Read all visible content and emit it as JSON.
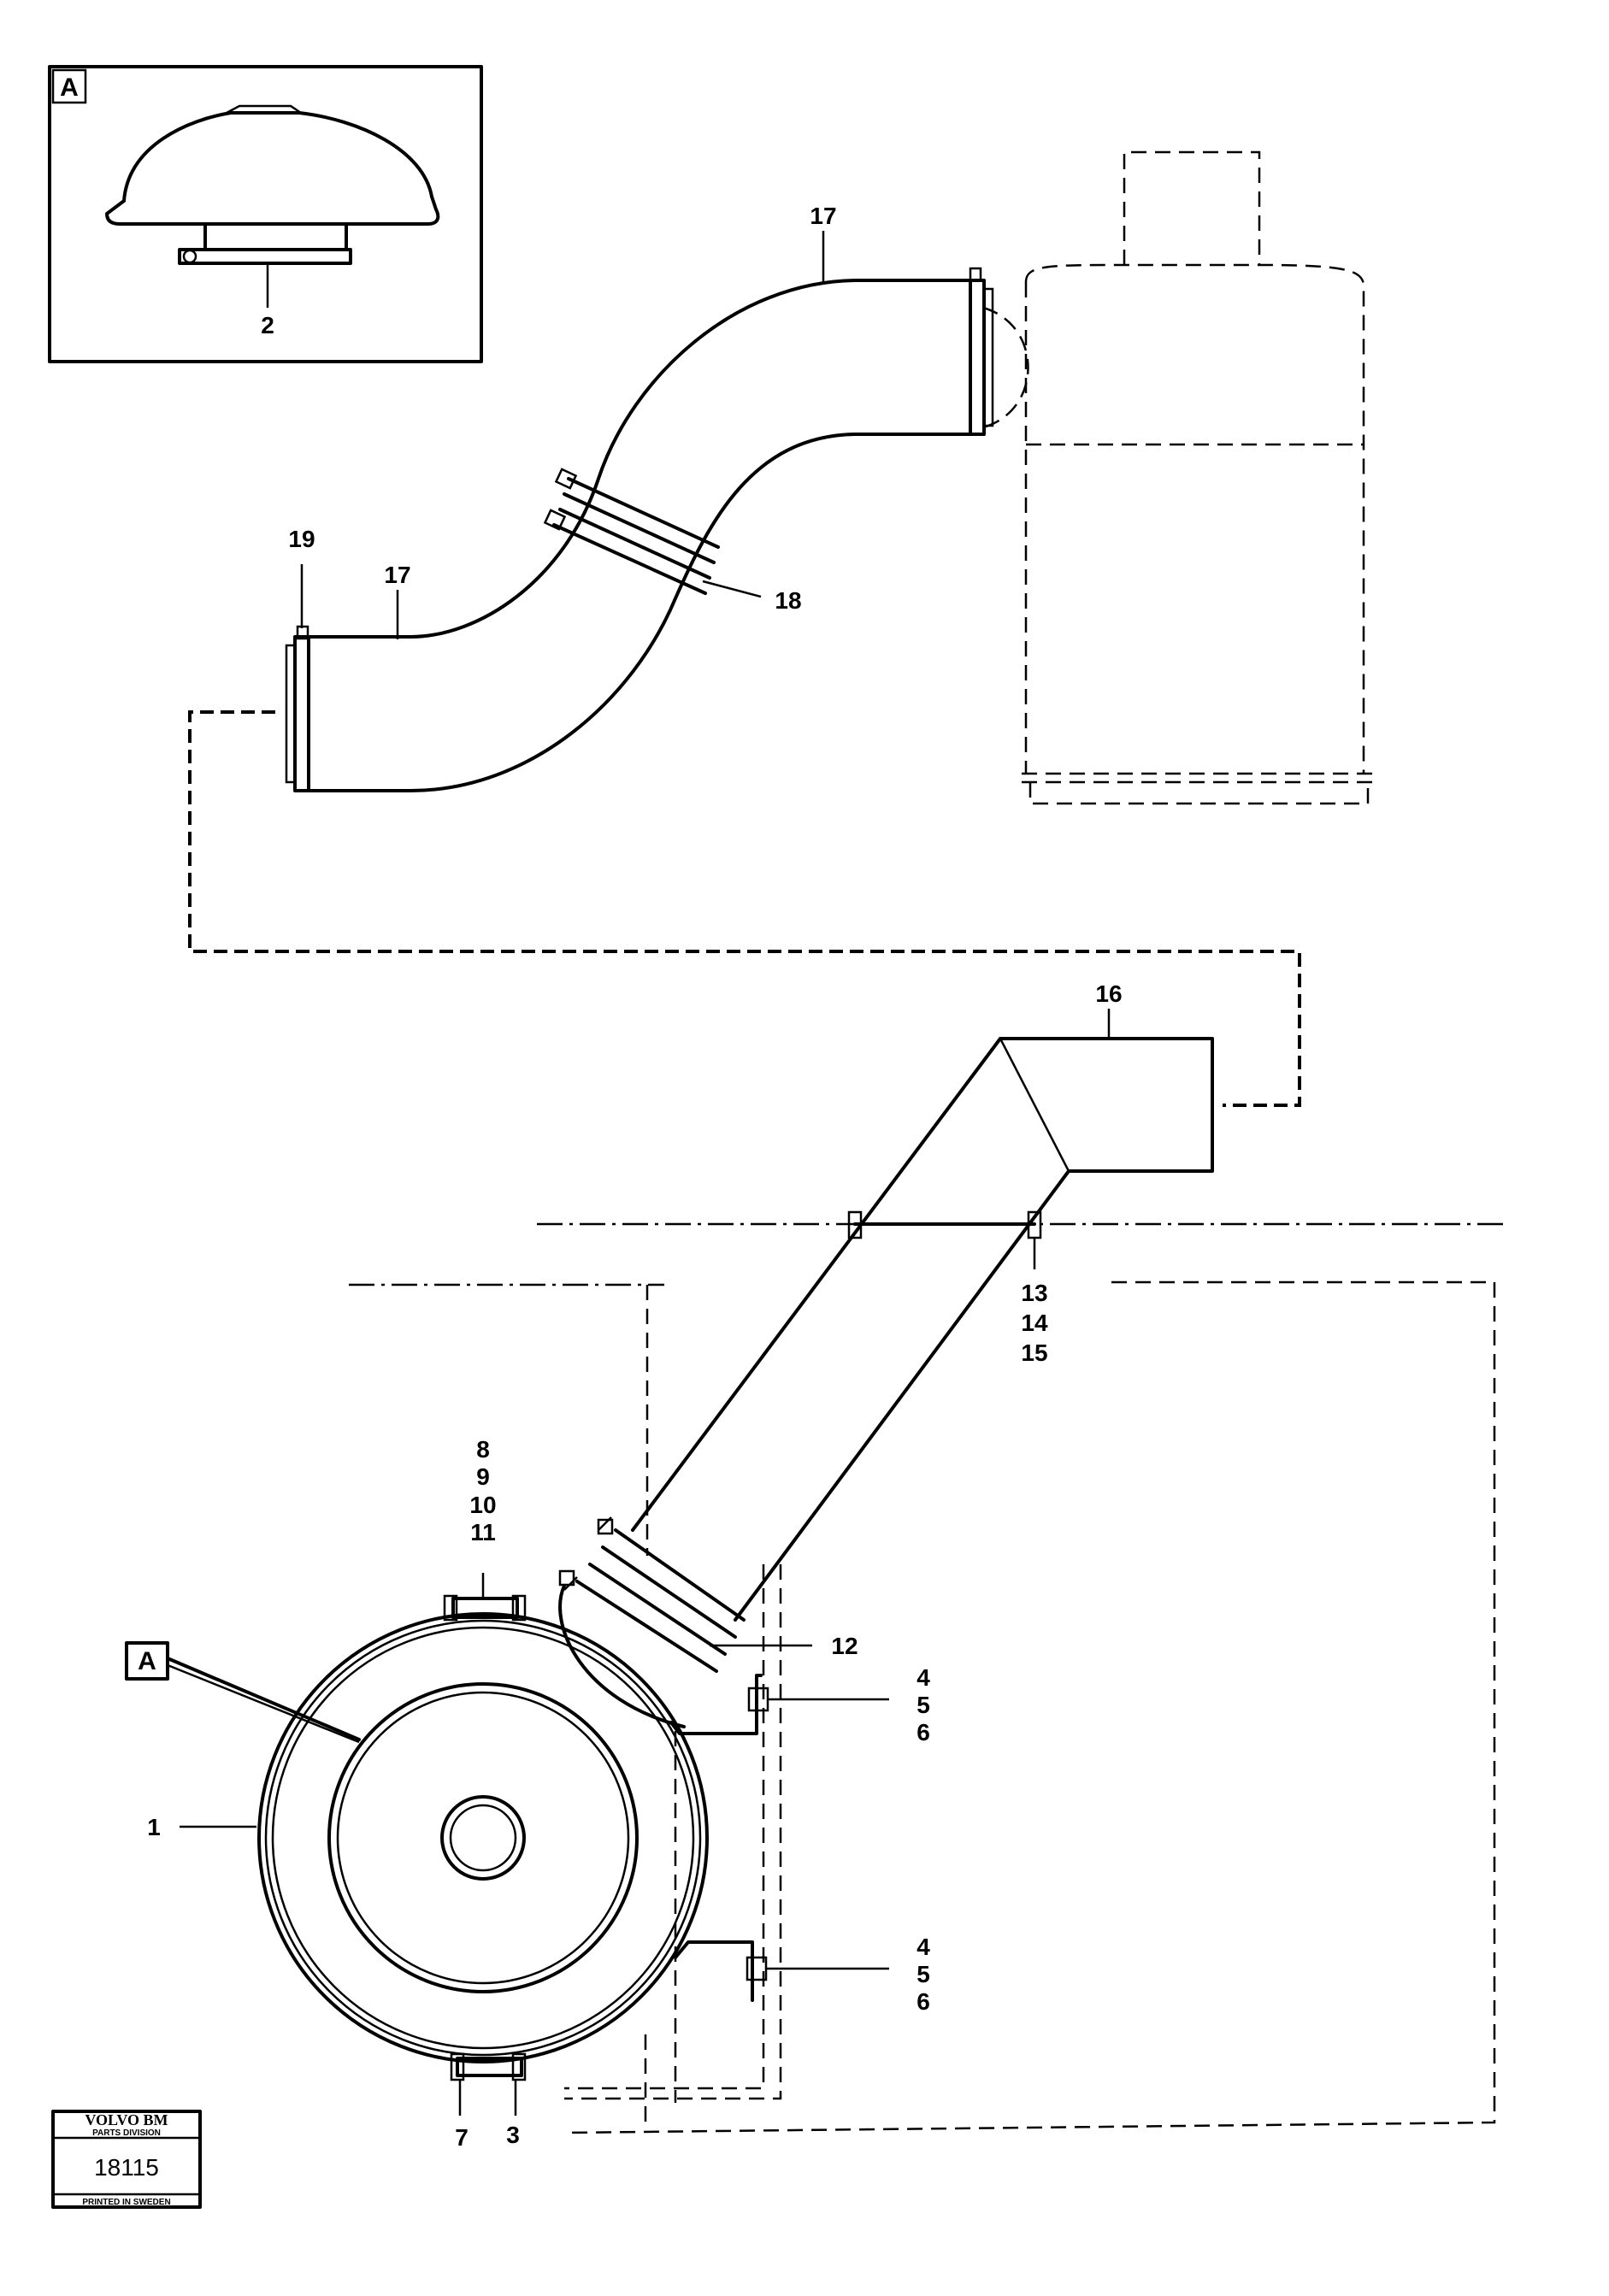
{
  "detail_view": {
    "label": "A",
    "part_number": "2"
  },
  "view_marker": {
    "label": "A"
  },
  "callouts": {
    "hose_upper": "17",
    "hose_lower": "17",
    "clamp_mid": "18",
    "clamp_end": "19",
    "elbow": "16",
    "bracket_bolts": [
      "13",
      "14",
      "15"
    ],
    "cover_bolts": [
      "8",
      "9",
      "10",
      "11"
    ],
    "hose_clamp": "12",
    "bracket_upper": [
      "4",
      "5",
      "6"
    ],
    "bracket_lower": [
      "4",
      "5",
      "6"
    ],
    "filter_housing": "1",
    "bottom_left": "7",
    "bottom_right": "3"
  },
  "stamp": {
    "brand": "VOLVO BM",
    "division": "PARTS DIVISION",
    "number": "18115",
    "footer": "PRINTED IN SWEDEN"
  }
}
